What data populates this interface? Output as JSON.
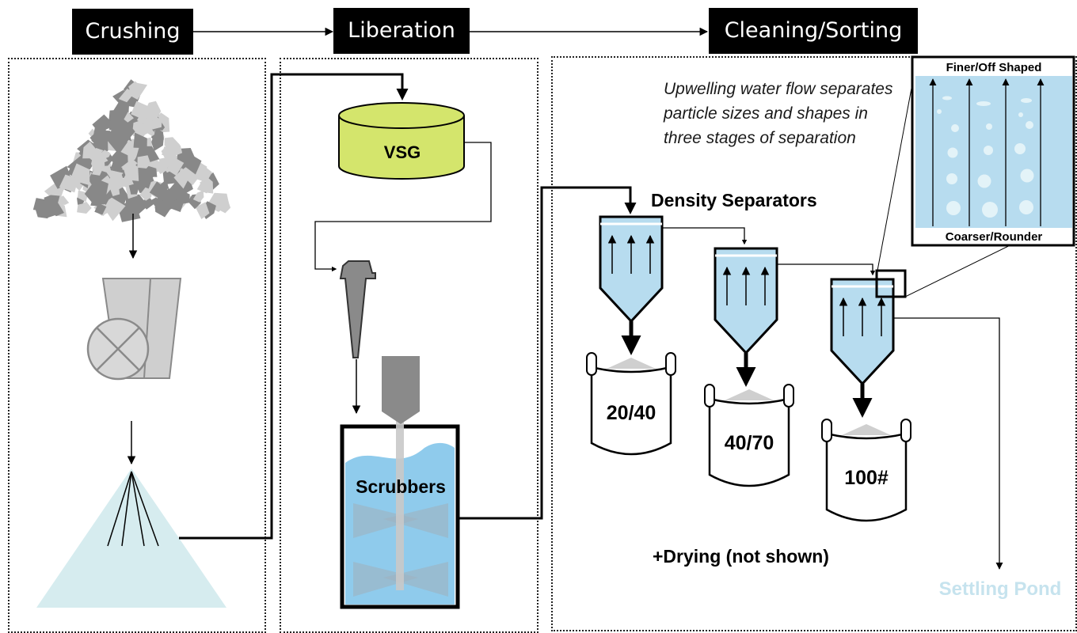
{
  "stages": {
    "crushing": "Crushing",
    "liberation": "Liberation",
    "cleaning_sorting": "Cleaning/Sorting"
  },
  "liberation": {
    "vsg": "VSG",
    "scrubbers": "Scrubbers"
  },
  "cleaning": {
    "note": "Upwelling water flow separates particle sizes and shapes in three stages of separation",
    "density_separators": "Density Separators",
    "bag_1": "20/40",
    "bag_2": "40/70",
    "bag_3": "100#",
    "drying": "+Drying (not shown)",
    "settling_pond": "Settling Pond"
  },
  "inset": {
    "top": "Finer/Off Shaped",
    "bottom": "Coarser/Rounder"
  },
  "colors": {
    "water": "#b7dcef",
    "vsg": "#d4e56c",
    "settling_pond": "#c6e3ee",
    "stockpile_dark": "#888888",
    "stockpile_light": "#cfcfcf"
  }
}
